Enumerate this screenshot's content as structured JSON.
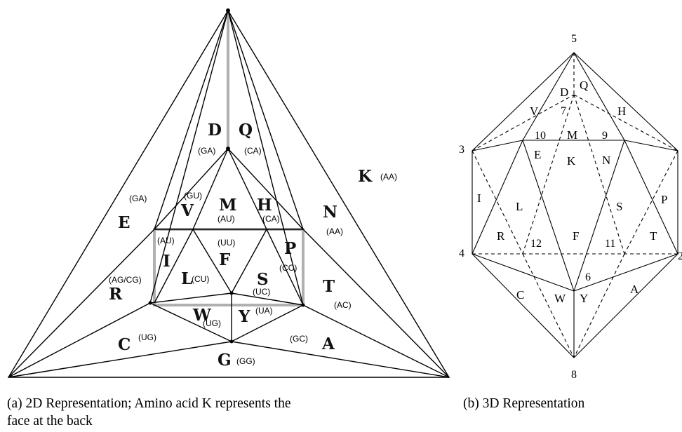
{
  "panel_a": {
    "faces": [
      {
        "letter": "D",
        "codon": "(GA)"
      },
      {
        "letter": "Q",
        "codon": "(CA)"
      },
      {
        "letter": "K",
        "codon": "(AA)"
      },
      {
        "letter": "E",
        "codon": "(GA)"
      },
      {
        "letter": "N",
        "codon": "(AA)"
      },
      {
        "letter": "V",
        "codon": "(GU)"
      },
      {
        "letter": "M",
        "codon": "(AU)"
      },
      {
        "letter": "H",
        "codon": "(CA)"
      },
      {
        "letter": "I",
        "codon": "(AU)"
      },
      {
        "letter": "F",
        "codon": "(UU)"
      },
      {
        "letter": "P",
        "codon": "(CC)"
      },
      {
        "letter": "R",
        "codon": "(AG/CG)"
      },
      {
        "letter": "L",
        "codon": "(CU)"
      },
      {
        "letter": "S",
        "codon": "(UC)"
      },
      {
        "letter": "T",
        "codon": "(AC)"
      },
      {
        "letter": "W",
        "codon": "(UG)"
      },
      {
        "letter": "Y",
        "codon": "(UA)"
      },
      {
        "letter": "C",
        "codon": "(UG)"
      },
      {
        "letter": "A",
        "codon": "(GC)"
      },
      {
        "letter": "G",
        "codon": "(GG)"
      }
    ],
    "caption_line1": "(a) 2D Representation; Amino acid K represents the",
    "caption_line2": "face at the back"
  },
  "panel_b": {
    "vertex_numbers": [
      "5",
      "3",
      "4",
      "2",
      "8",
      "7",
      "10",
      "9",
      "12",
      "11",
      "6"
    ],
    "faces": [
      "Q",
      "D",
      "V",
      "H",
      "M",
      "E",
      "K",
      "N",
      "I",
      "L",
      "S",
      "P",
      "R",
      "F",
      "T",
      "C",
      "W",
      "Y",
      "A"
    ],
    "caption": "(b) 3D Representation"
  }
}
